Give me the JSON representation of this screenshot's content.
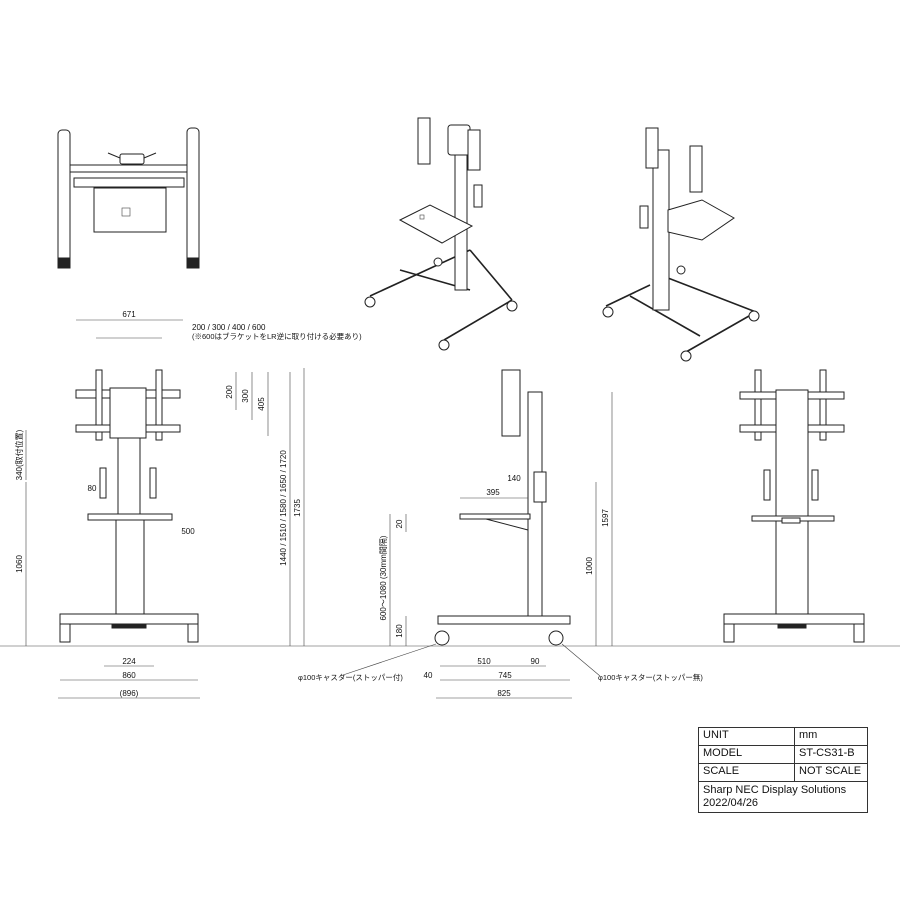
{
  "views": {
    "top": {
      "dims": {
        "w671": "671",
        "holes": "200 / 300 / 400 / 600",
        "holes_note": "(※600はブラケットをLR逆に取り付ける必要あり)",
        "h200": "200",
        "h300": "300",
        "h405": "405",
        "h340": "340(取付位置)",
        "w80": "80",
        "w500": "500",
        "h1060": "1060",
        "heights": "1440 / 1510 / 1580 / 1650 / 1720",
        "h1735": "1735",
        "w224": "224",
        "w860": "860",
        "w896": "(896)"
      }
    },
    "side": {
      "dims": {
        "w140": "140",
        "w395": "395",
        "h20": "20",
        "shelf_range": "600～1080 (30mm間隔)",
        "h180": "180",
        "h1000": "1000",
        "h1597": "1597",
        "w510": "510",
        "w90": "90",
        "w40": "40",
        "w745": "745",
        "w825": "825",
        "caster_left": "φ100キャスター(ストッパー付)",
        "caster_right": "φ100キャスター(ストッパー無)"
      }
    }
  },
  "title_block": {
    "unit_label": "UNIT",
    "unit_value": "mm",
    "model_label": "MODEL",
    "model_value": "ST-CS31-B",
    "scale_label": "SCALE",
    "scale_value": "NOT SCALE",
    "company": "Sharp NEC Display Solutions",
    "date": "2022/04/26"
  }
}
